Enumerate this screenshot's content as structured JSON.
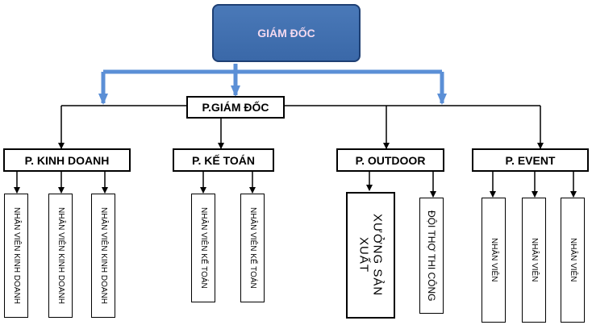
{
  "colors": {
    "director_fill": "#3f6fb0",
    "director_text": "#f3d9ef",
    "connector_blue": "#5b8fd6"
  },
  "director": {
    "label": "GIÁM ĐỐC"
  },
  "deputy": {
    "label": "P.GIÁM ĐỐC"
  },
  "departments": [
    {
      "label": "P. KINH DOANH",
      "children": [
        "NHÂN VIÊN KINH DOANH",
        "NHÂN VIÊN KINH DOANH",
        "NHÂN VIÊN KINH DOANH"
      ]
    },
    {
      "label": "P. KẾ TOÁN",
      "children": [
        "NHÂN VIÊN KẾ TOÁN",
        "NHÂN VIÊN KẾ TOÁN"
      ]
    },
    {
      "label": "P. OUTDOOR",
      "children": [
        "XƯỞNG SẢN XUẤT",
        "ĐỘI THỢ THI CÔNG"
      ]
    },
    {
      "label": "P. EVENT",
      "children": [
        "NHÂN VIÊN",
        "NHÂN VIÊN",
        "NHÂN VIÊN"
      ]
    }
  ]
}
